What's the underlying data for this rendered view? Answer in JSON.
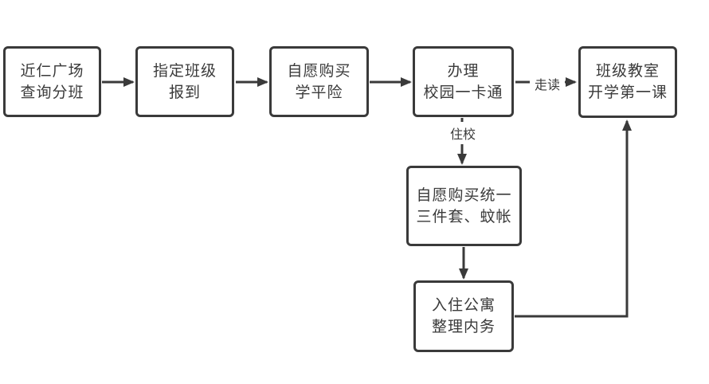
{
  "diagram": {
    "type": "flowchart",
    "topic": "school-enrollment-process",
    "colors": {
      "background": "#ffffff",
      "box_fill": "#ffffff",
      "box_border": "#3a3a3a",
      "line": "#3a3a3a",
      "text": "#3a3a3a"
    },
    "nodes": [
      {
        "id": "query-class-assignment",
        "line1": "近仁广场",
        "line2": "查询分班"
      },
      {
        "id": "report-to-class",
        "line1": "指定班级",
        "line2": "报到"
      },
      {
        "id": "buy-student-insurance",
        "line1": "自愿购买",
        "line2": "学平险"
      },
      {
        "id": "campus-card",
        "line1": "办理",
        "line2": "校园一卡通"
      },
      {
        "id": "first-lesson",
        "line1": "班级教室",
        "line2": "开学第一课"
      },
      {
        "id": "buy-bedding-set",
        "line1": "自愿购买统一",
        "line2": "三件套、蚊帐"
      },
      {
        "id": "move-into-dorm",
        "line1": "入住公寓",
        "line2": "整理内务"
      }
    ],
    "edges": {
      "day": "走读",
      "boarding": "住校"
    },
    "flow": [
      "近仁广场查询分班 → 指定班级报到",
      "指定班级报到 → 自愿购买学平险",
      "自愿购买学平险 → 办理校园一卡通",
      "办理校园一卡通 →(走读) 班级教室开学第一课",
      "办理校园一卡通 →(住校) 自愿购买统一三件套、蚊帐",
      "自愿购买统一三件套、蚊帐 → 入住公寓整理内务",
      "入住公寓整理内务 → 班级教室开学第一课"
    ]
  }
}
